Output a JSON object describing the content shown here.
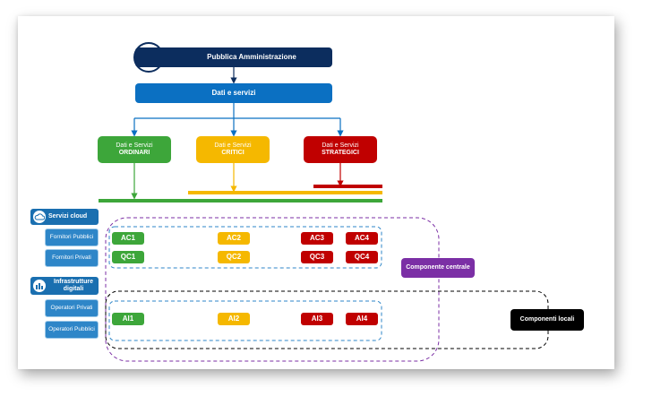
{
  "pa": {
    "label": "Pubblica Amministrazione"
  },
  "dati": {
    "label": "Dati e servizi"
  },
  "services": {
    "ordinari": {
      "line1": "Dati e Servizi",
      "line2": "ORDINARI"
    },
    "critici": {
      "line1": "Dati e Servizi",
      "line2": "CRITICI"
    },
    "strategici": {
      "line1": "Dati e Servizi",
      "line2": "STRATEGICI"
    }
  },
  "side": {
    "cloud": "Servizi cloud",
    "fornitori_pubblici": "Fornitori Pubblici",
    "fornitori_privati": "Fornitori Privati",
    "infrastrutture": "Infrastrutture digitali",
    "operatori_privati": "Operatori Privati",
    "operatori_pubblici": "Operatori Pubblici"
  },
  "pills": {
    "ac1": "AC1",
    "ac2": "AC2",
    "ac3": "AC3",
    "ac4": "AC4",
    "qc1": "QC1",
    "qc2": "QC2",
    "qc3": "QC3",
    "qc4": "QC4",
    "ai1": "AI1",
    "ai2": "AI2",
    "ai3": "AI3",
    "ai4": "AI4"
  },
  "components": {
    "centrale": "Componente centrale",
    "locali": "Componenti locali"
  },
  "colors": {
    "navy": "#0c2d5e",
    "blue": "#0b70c2",
    "green": "#3da63a",
    "yellow": "#f5b800",
    "red": "#c00000",
    "purple": "#7b2fa5"
  },
  "icons": {
    "pa": "government-building-icon",
    "cloud": "cloud-icon",
    "infra": "server-icon"
  }
}
